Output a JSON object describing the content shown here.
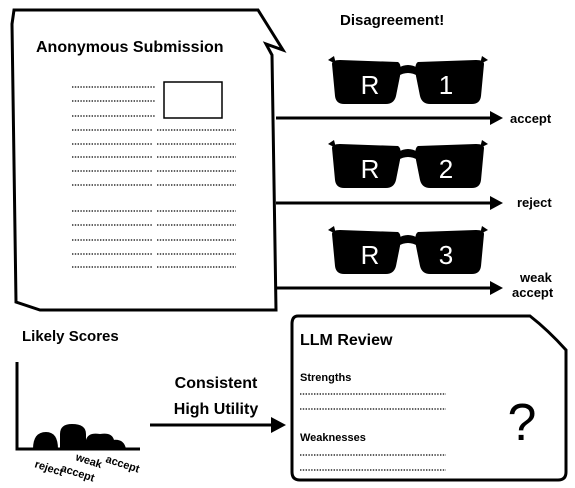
{
  "submission": {
    "title": "Anonymous Submission"
  },
  "disagreement": "Disagreement!",
  "reviewers": [
    {
      "letter": "R",
      "number": "1",
      "decision": "accept"
    },
    {
      "letter": "R",
      "number": "2",
      "decision": "reject"
    },
    {
      "letter": "R",
      "number": "3",
      "decision_line1": "weak",
      "decision_line2": "accept"
    }
  ],
  "scores": {
    "title": "Likely Scores",
    "labels": [
      "reject",
      "accept",
      "weak",
      "accept"
    ]
  },
  "middle": {
    "line1": "Consistent",
    "line2": "High Utility"
  },
  "llm": {
    "title": "LLM Review",
    "strengths": "Strengths",
    "weaknesses": "Weaknesses",
    "question": "?"
  }
}
